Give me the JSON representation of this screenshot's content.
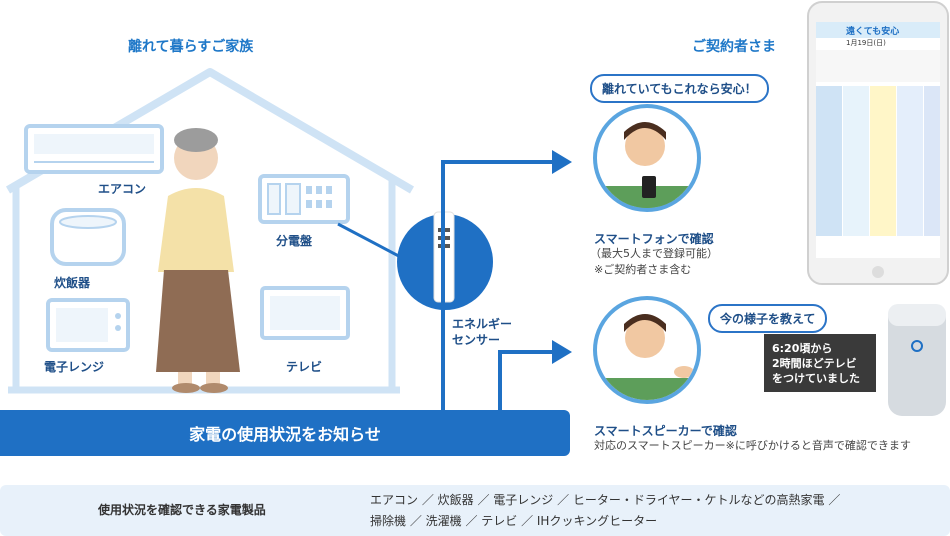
{
  "family_title": "離れて暮らすご家族",
  "contract_title": "ご契約者さま",
  "appliances": {
    "aircon": "エアコン",
    "rice": "炊飯器",
    "microwave": "電子レンジ",
    "panel": "分電盤",
    "tv": "テレビ"
  },
  "sensor_label": "エネルギー\nセンサー",
  "main_bar": "家電の使用状況をお知らせ",
  "smartphone": {
    "bubble": "離れていてもこれなら安心！",
    "title": "スマートフォンで確認",
    "line1": "（最大5人まで登録可能）",
    "line2": "※ご契約者さま含む"
  },
  "speaker": {
    "bubble": "今の様子を教えて",
    "speech_line1": "6:20頃から",
    "speech_line2": "2時間ほどテレビ",
    "speech_line3": "をつけていました",
    "title": "スマートスピーカーで確認",
    "line1": "対応のスマートスピーカー※に呼びかけると音声で確認できます"
  },
  "phone_app": {
    "app_title": "遠くても安心",
    "date_text": "1月19日(日)"
  },
  "bottom": {
    "label": "使用状況を確認できる家電製品",
    "list_line1": "エアコン ／ 炊飯器 ／ 電子レンジ ／ ヒーター・ドライヤー・ケトルなどの高熱家電 ／",
    "list_line2": "掃除機 ／ 洗濯機 ／ テレビ ／ IHクッキングヒーター"
  },
  "colors": {
    "primary": "#1f70c4",
    "outline": "#cfe3f5",
    "bg_light": "#e8f1fa"
  }
}
